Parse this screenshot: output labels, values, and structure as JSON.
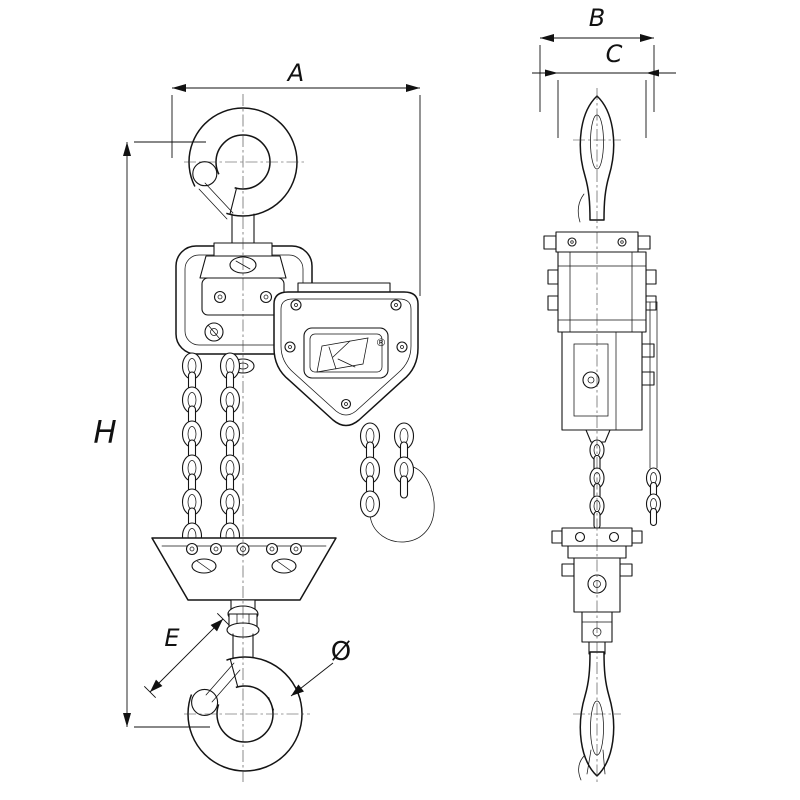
{
  "labels": {
    "width": "A",
    "side_width": "B",
    "side_depth": "C",
    "height": "H",
    "hook_opening": "E",
    "hook_diameter": "Ø"
  },
  "logo": {
    "registered_mark": "®"
  },
  "colors": {
    "line": "#141414",
    "background": "#ffffff"
  }
}
